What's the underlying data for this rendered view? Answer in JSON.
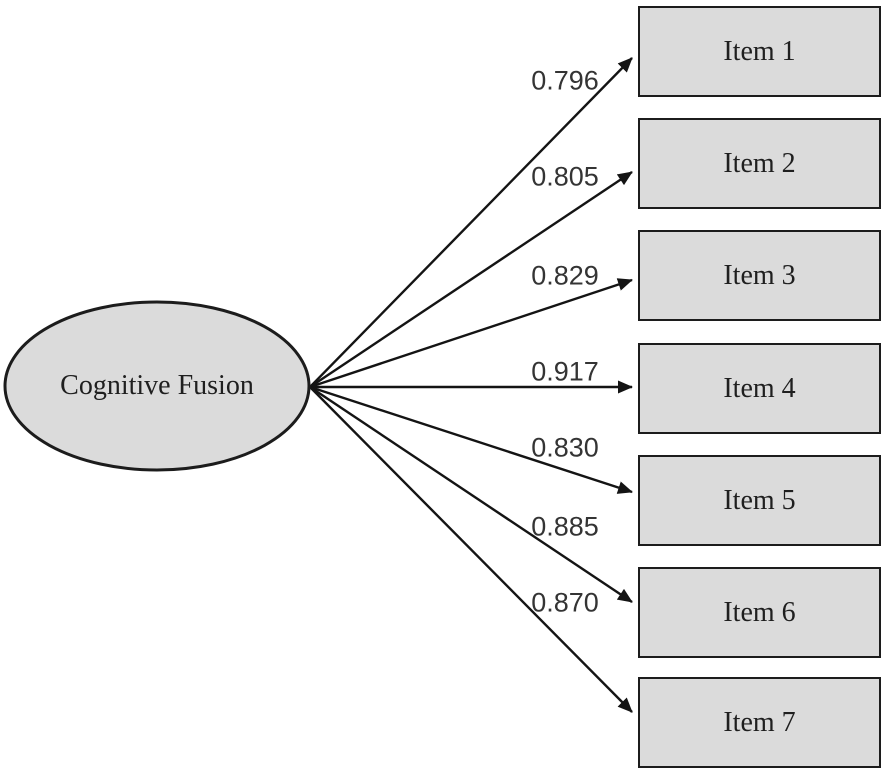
{
  "diagram": {
    "type": "cfa-path-diagram",
    "latent_label": "Cognitive Fusion",
    "items": [
      {
        "label": "Item 1",
        "loading": "0.796"
      },
      {
        "label": "Item 2",
        "loading": "0.805"
      },
      {
        "label": "Item 3",
        "loading": "0.829"
      },
      {
        "label": "Item 4",
        "loading": "0.917"
      },
      {
        "label": "Item 5",
        "loading": "0.830"
      },
      {
        "label": "Item 6",
        "loading": "0.885"
      },
      {
        "label": "Item 7",
        "loading": "0.870"
      }
    ],
    "colors": {
      "node_fill": "#dbdbdb",
      "node_stroke": "#1c1c1c",
      "arrow": "#141414",
      "text": "#1f1f1f",
      "background": "#ffffff"
    }
  }
}
